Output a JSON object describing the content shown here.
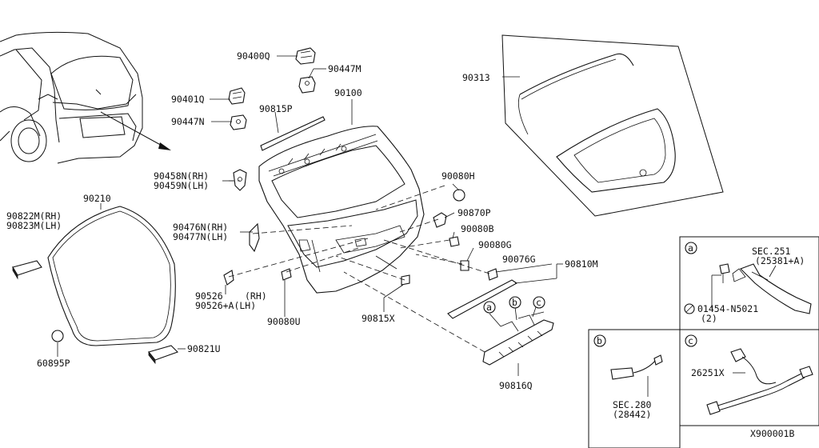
{
  "diagram": {
    "code": "X900001B",
    "labels": {
      "p90400Q": "90400Q",
      "p90447M": "90447M",
      "p90401Q": "90401Q",
      "p90815P": "90815P",
      "p90100": "90100",
      "p90447N": "90447N",
      "p90313": "90313",
      "p90458N": "90458N(RH)",
      "p90459N": "90459N(LH)",
      "p90080H": "90080H",
      "p90210": "90210",
      "p90822M": "90822M(RH)",
      "p90823M": "90823M(LH)",
      "p90870P": "90870P",
      "p90476N": "90476N(RH)",
      "p90477N": "90477N(LH)",
      "p90080B": "90080B",
      "p90080G": "90080G",
      "p90076G": "90076G",
      "p90810M": "90810M",
      "p90526rh_code": "90526",
      "p90526rh_side": "(RH)",
      "p90526lh": "90526+A(LH)",
      "p90080U": "90080U",
      "p90815X": "90815X",
      "p60895P": "60895P",
      "p90821U": "90821U",
      "p90816Q": "90816Q",
      "marker_a": "a",
      "marker_b": "b",
      "marker_c": "c"
    },
    "inset_a": {
      "marker": "a",
      "sec": "SEC.251",
      "ref": "(25381+A)",
      "part": "01454-N5021",
      "qty": "(2)"
    },
    "inset_b": {
      "marker": "b",
      "sec": "SEC.280",
      "ref": "(28442)"
    },
    "inset_c": {
      "marker": "c",
      "part": "26251X"
    }
  }
}
